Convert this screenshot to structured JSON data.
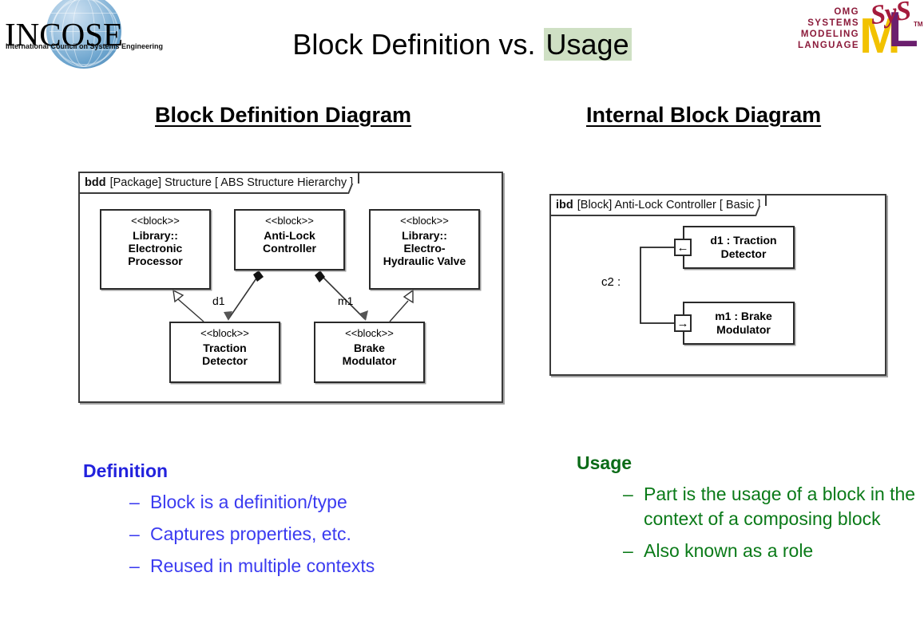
{
  "branding": {
    "incose": {
      "name": "INCOSE",
      "tagline": "International Council on Systems Engineering",
      "globe_icon": "globe-icon"
    },
    "omg_sysml": {
      "line1": "OMG",
      "line2": "SYSTEMS",
      "line3": "MODELING",
      "line4": "LANGUAGE",
      "mark_m": "M",
      "mark_l": "L",
      "mark_sys": "SyS",
      "trademark": "TM",
      "colors": {
        "words": "#8b1a3a",
        "m": "#f2c200",
        "l": "#6b1f6e",
        "sys": "#a51b3c"
      }
    }
  },
  "title": {
    "prefix": "Block Definition vs. ",
    "highlight": "Usage",
    "highlight_color": "#cfe0c4"
  },
  "headings": {
    "left": "Block Definition Diagram",
    "right": "Internal Block Diagram"
  },
  "bdd": {
    "frame": {
      "kind": "bdd",
      "descriptor": "[Package] Structure [ ABS Structure Hierarchy ]"
    },
    "blocks": [
      {
        "stereotype": "<<block>>",
        "name": "Library::\nElectronic\nProcessor"
      },
      {
        "stereotype": "<<block>>",
        "name": "Anti-Lock\nController"
      },
      {
        "stereotype": "<<block>>",
        "name": "Library::\nElectro-\nHydraulic Valve"
      },
      {
        "stereotype": "<<block>>",
        "name": "Traction\nDetector"
      },
      {
        "stereotype": "<<block>>",
        "name": "Brake\nModulator"
      }
    ],
    "edge_labels": {
      "d1": "d1",
      "m1": "m1"
    },
    "relationships": [
      {
        "type": "composition",
        "from": "Anti-Lock Controller",
        "to": "Traction Detector",
        "label": "d1"
      },
      {
        "type": "composition",
        "from": "Anti-Lock Controller",
        "to": "Brake Modulator",
        "label": "m1"
      },
      {
        "type": "generalization",
        "from": "Traction Detector",
        "to": "Library::Electronic Processor"
      },
      {
        "type": "generalization",
        "from": "Brake Modulator",
        "to": "Library::Electro-Hydraulic Valve"
      }
    ]
  },
  "ibd": {
    "frame": {
      "kind": "ibd",
      "descriptor": "[Block] Anti-Lock Controller [ Basic ]"
    },
    "parts": [
      {
        "name": "d1 : Traction\nDetector",
        "port_icon": "arrow-left-icon",
        "port_glyph": "←"
      },
      {
        "name": "m1 : Brake\nModulator",
        "port_icon": "arrow-right-icon",
        "port_glyph": "→"
      }
    ],
    "connector_label": "c2 :"
  },
  "definition": {
    "title": "Definition",
    "color": "#3b3bf0",
    "dash": "–",
    "items": [
      "Block is a definition/type",
      "Captures properties, etc.",
      "Reused in multiple contexts"
    ]
  },
  "usage": {
    "title": "Usage",
    "color": "#0a7a18",
    "dash": "–",
    "items": [
      "Part is the usage of a block in the context of a composing block",
      "Also known as a role"
    ]
  }
}
